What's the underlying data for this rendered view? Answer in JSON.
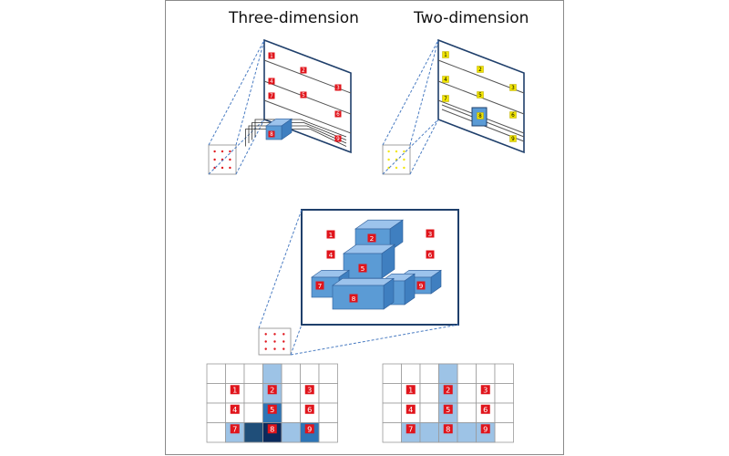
{
  "titles": {
    "left": "Three-dimension",
    "right": "Two-dimension"
  },
  "colors": {
    "frame": "#1f3f6b",
    "box_border": "#8a8a8a",
    "red_label": "#e0141b",
    "yellow_label": "#f2e600",
    "cube_top": "#9cc3ec",
    "cube_front": "#5b9bd5",
    "cube_side": "#3f7fc0",
    "dashed": "#4a7cc2",
    "grid_light": "#9dc3e6",
    "grid_mid": "#2e75b6",
    "grid_dark": "#1f4e79",
    "grid_darkest": "#0b2a5c"
  },
  "top_left_panel": {
    "labels": [
      "1",
      "2",
      "3",
      "4",
      "5",
      "6",
      "7",
      "8",
      "9"
    ],
    "highlight": "8"
  },
  "top_right_panel": {
    "labels": [
      "1",
      "2",
      "3",
      "4",
      "5",
      "6",
      "7",
      "8",
      "9"
    ],
    "highlight": "8"
  },
  "middle_panel": {
    "labels": [
      "1",
      "2",
      "3",
      "4",
      "5",
      "6",
      "7",
      "8",
      "9"
    ]
  },
  "grid_3d": {
    "rows": [
      [
        "1",
        "2",
        "3"
      ],
      [
        "4",
        "5",
        "6"
      ],
      [
        "7",
        "8",
        "9"
      ]
    ],
    "shading": [
      [
        "none",
        "light",
        "none"
      ],
      [
        "none",
        "mid",
        "none"
      ],
      [
        "light",
        "darkest",
        "mid"
      ]
    ]
  },
  "grid_2d": {
    "rows": [
      [
        "1",
        "2",
        "3"
      ],
      [
        "4",
        "5",
        "6"
      ],
      [
        "7",
        "8",
        "9"
      ]
    ],
    "shading": [
      [
        "none",
        "light",
        "none"
      ],
      [
        "none",
        "light",
        "none"
      ],
      [
        "light",
        "light",
        "light"
      ]
    ]
  }
}
